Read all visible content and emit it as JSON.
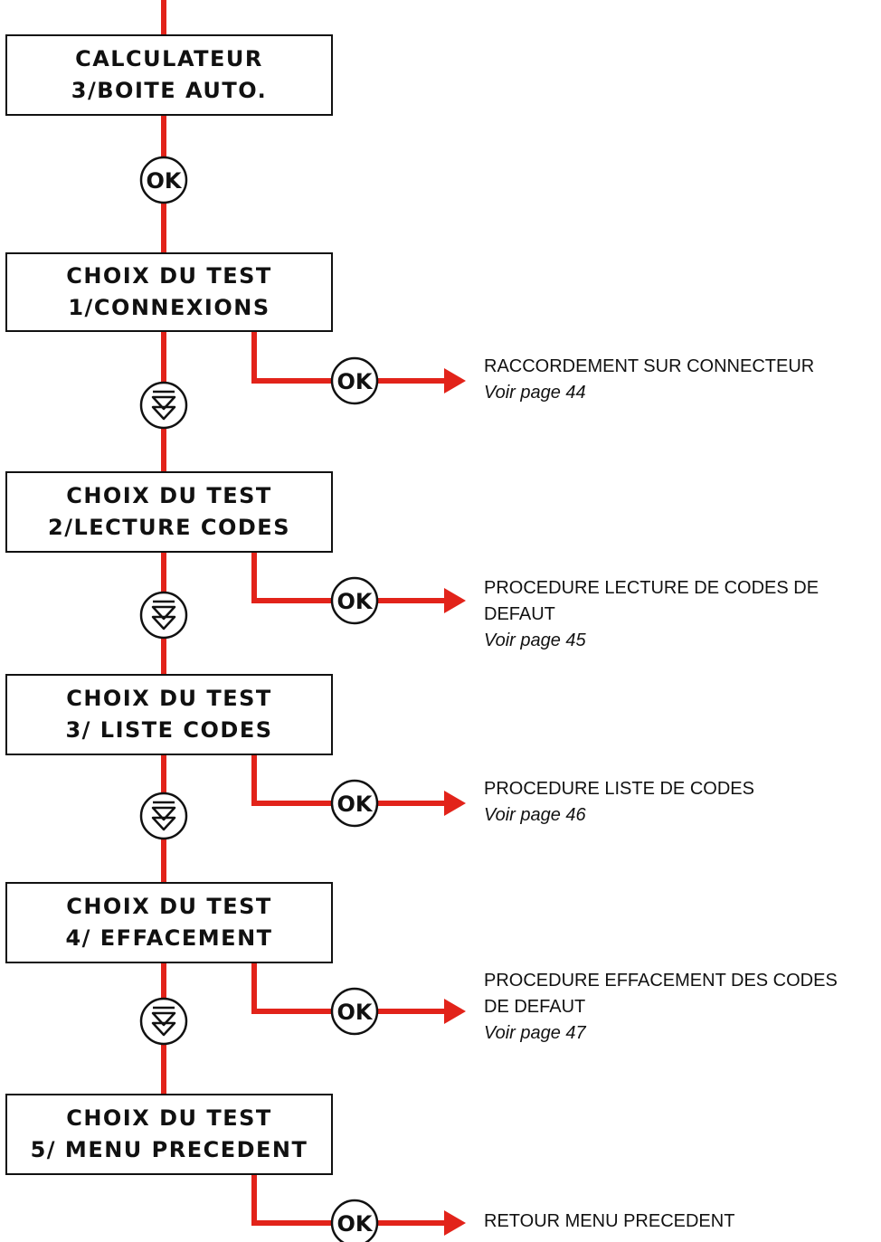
{
  "colors": {
    "line": "#e2231a",
    "frame": "#111111",
    "text": "#111111"
  },
  "icons": {
    "ok_button": "ok-button-icon",
    "scroll_button": "double-down-arrow-icon"
  },
  "screens": [
    {
      "line1": "CALCULATEUR",
      "line2": "3/BOITE AUTO."
    },
    {
      "line1": "CHOIX DU TEST",
      "line2": "1/CONNEXIONS"
    },
    {
      "line1": "CHOIX DU TEST",
      "line2": "2/LECTURE CODES"
    },
    {
      "line1": "CHOIX DU TEST",
      "line2": "3/ LISTE CODES"
    },
    {
      "line1": "CHOIX DU TEST",
      "line2": "4/ EFFACEMENT"
    },
    {
      "line1": "CHOIX DU TEST",
      "line2": "5/ MENU PRECEDENT"
    }
  ],
  "ok_label": "OK",
  "branches": [
    {
      "desc": "RACCORDEMENT SUR CONNECTEUR",
      "ref": "Voir page 44"
    },
    {
      "desc": "PROCEDURE LECTURE DE CODES DE DEFAUT",
      "ref": "Voir page 45"
    },
    {
      "desc": "PROCEDURE LISTE DE CODES",
      "ref": "Voir page 46"
    },
    {
      "desc": "PROCEDURE EFFACEMENT DES CODES DE DEFAUT",
      "ref": "Voir page 47"
    },
    {
      "desc": "RETOUR MENU PRECEDENT",
      "ref": ""
    }
  ]
}
